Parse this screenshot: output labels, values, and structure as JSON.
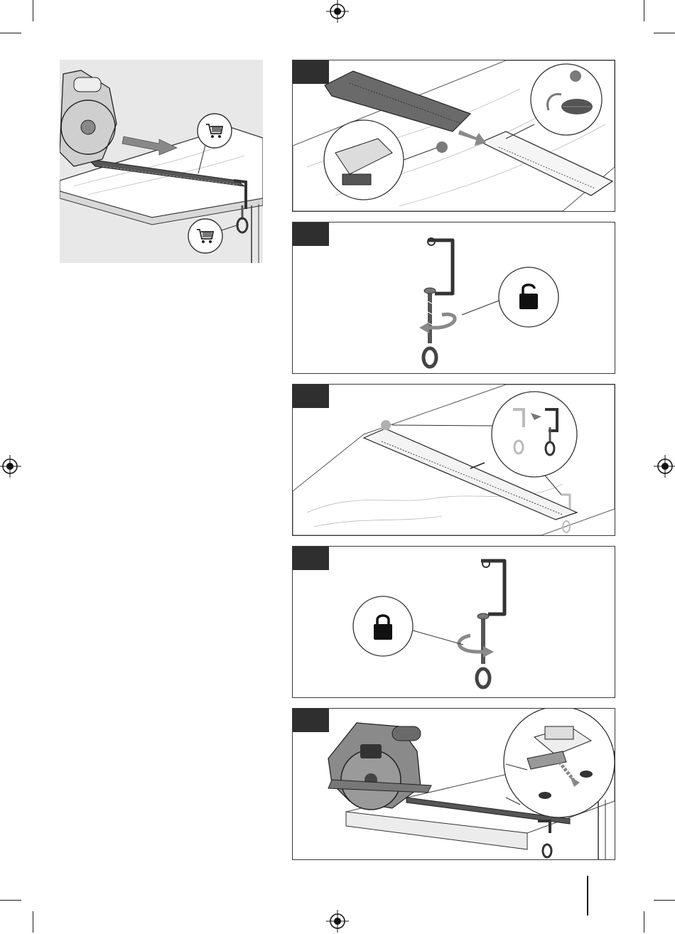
{
  "page": {
    "background": "#ffffff",
    "panel_border_color": "#3a3a3a",
    "tab_color": "#2f2f2f",
    "accent_gray": "#7a7a7a"
  },
  "hero": {
    "background": "#e8e8e8",
    "icons": [
      "shopping-cart-icon",
      "shopping-cart-icon"
    ]
  },
  "panels": [
    {
      "name": "attach-connector",
      "icons": [
        "gray-arrow-icon",
        "callout-dot-icon"
      ]
    },
    {
      "name": "unlock-clamp",
      "icons": [
        "unlock-icon",
        "rotate-arrow-icon"
      ]
    },
    {
      "name": "fit-clamp",
      "icons": [
        "callout-dot-icon",
        "gray-arrow-icon"
      ]
    },
    {
      "name": "lock-clamp",
      "icons": [
        "lock-icon",
        "rotate-arrow-icon"
      ]
    },
    {
      "name": "mount-saw",
      "icons": [
        "gray-arrow-icon"
      ]
    }
  ]
}
